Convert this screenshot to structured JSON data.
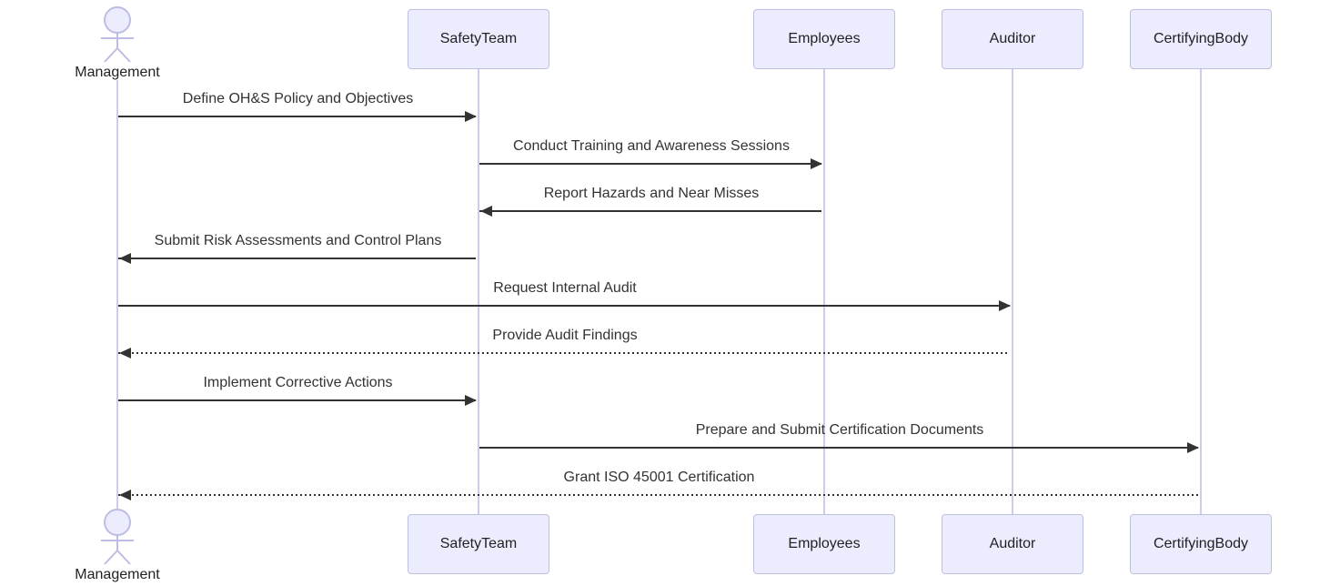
{
  "diagram": {
    "type": "sequence-diagram",
    "background": "#ffffff",
    "colors": {
      "node_fill": "#ececff",
      "node_border": "#bfbfdf",
      "lifeline": "#cdcdeb",
      "actor_stroke": "#bdbde2",
      "message_line": "#333333",
      "node_text": "#222222",
      "message_text": "#333333"
    },
    "actors": [
      {
        "id": "Management",
        "label": "Management",
        "kind": "actor"
      },
      {
        "id": "SafetyTeam",
        "label": "SafetyTeam",
        "kind": "participant"
      },
      {
        "id": "Employees",
        "label": "Employees",
        "kind": "participant"
      },
      {
        "id": "Auditor",
        "label": "Auditor",
        "kind": "participant"
      },
      {
        "id": "CertifyingBody",
        "label": "CertifyingBody",
        "kind": "participant"
      }
    ],
    "messages": [
      {
        "from": "Management",
        "to": "SafetyTeam",
        "text": "Define OH&S Policy and Objectives",
        "line": "solid"
      },
      {
        "from": "SafetyTeam",
        "to": "Employees",
        "text": "Conduct Training and Awareness Sessions",
        "line": "solid"
      },
      {
        "from": "Employees",
        "to": "SafetyTeam",
        "text": "Report Hazards and Near Misses",
        "line": "solid"
      },
      {
        "from": "SafetyTeam",
        "to": "Management",
        "text": "Submit Risk Assessments and Control Plans",
        "line": "solid"
      },
      {
        "from": "Management",
        "to": "Auditor",
        "text": "Request Internal Audit",
        "line": "solid"
      },
      {
        "from": "Auditor",
        "to": "Management",
        "text": "Provide Audit Findings",
        "line": "dotted"
      },
      {
        "from": "Management",
        "to": "SafetyTeam",
        "text": "Implement Corrective Actions",
        "line": "solid"
      },
      {
        "from": "SafetyTeam",
        "to": "CertifyingBody",
        "text": "Prepare and Submit Certification Documents",
        "line": "solid"
      },
      {
        "from": "CertifyingBody",
        "to": "Management",
        "text": "Grant ISO 45001 Certification",
        "line": "dotted"
      }
    ]
  }
}
